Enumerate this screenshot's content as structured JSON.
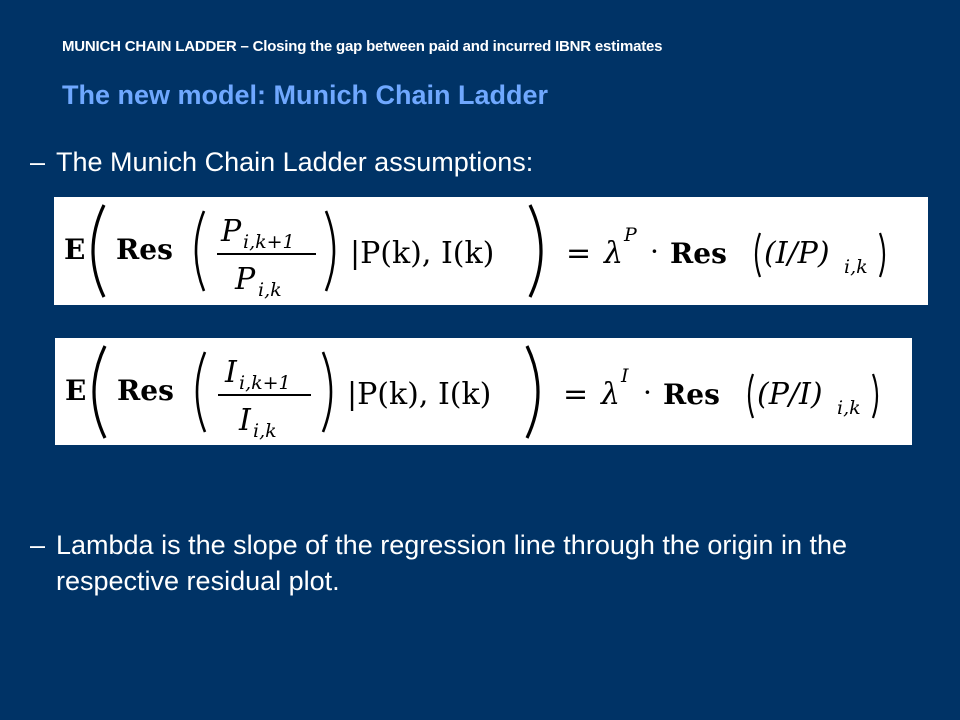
{
  "header": {
    "text": "MUNICH CHAIN LADDER – Closing the gap between paid and incurred IBNR estimates",
    "title": "The new model: Munich Chain Ladder"
  },
  "bullets": [
    {
      "dash": "–",
      "text": "The Munich Chain Ladder assumptions:"
    },
    {
      "dash": "–",
      "text": "Lambda is the slope of the regression line through the origin in the respective residual plot."
    }
  ],
  "equations": [
    {
      "expectation": "E",
      "res": "Res",
      "num_var": "P",
      "num_sub": "i,k+1",
      "den_var": "P",
      "den_sub": "i,k",
      "cond": "|P(k), I(k)",
      "equals": "=",
      "lambda": "λ",
      "lambda_sup": "P",
      "dot": "·",
      "res2": "Res",
      "ratio": "(I/P)",
      "ratio_sub": "i,k"
    },
    {
      "expectation": "E",
      "res": "Res",
      "num_var": "I",
      "num_sub": "i,k+1",
      "den_var": "I",
      "den_sub": "i,k",
      "cond": "|P(k), I(k)",
      "equals": "=",
      "lambda": "λ",
      "lambda_sup": "I",
      "dot": "·",
      "res2": "Res",
      "ratio": "(P/I)",
      "ratio_sub": "i,k"
    }
  ],
  "colors": {
    "background": "#003366",
    "title": "#6fa8ff",
    "text": "#ffffff",
    "equation_bg": "#ffffff",
    "equation_ink": "#000000"
  }
}
